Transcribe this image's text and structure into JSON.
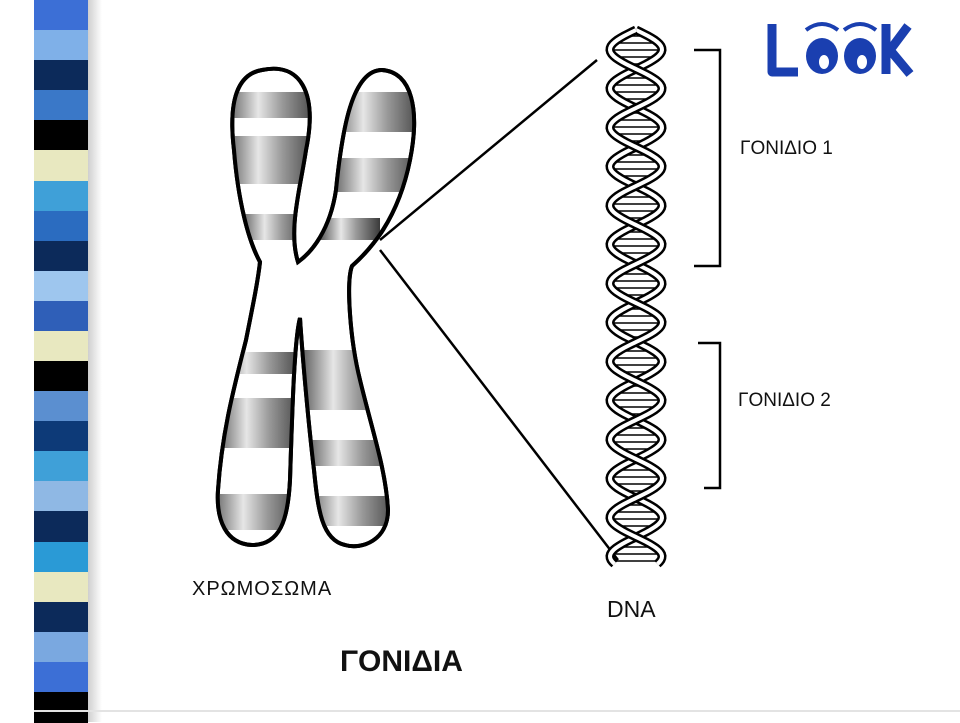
{
  "title": "ΓΟΝΙΔΙΑ",
  "labels": {
    "chromosome": "ΧΡΩΜΟΣΩΜΑ",
    "dna": "DNA",
    "gene_1": "ΓΟΝΙΔΙΟ 1",
    "gene_2": "ΓΟΝΙΔΙΟ 2"
  },
  "logo": {
    "text": "LOOK",
    "color": "#1a3fb0"
  },
  "stripe_colors": [
    "#3c6fd6",
    "#7fb0e8",
    "#0c2a5a",
    "#3a78c8",
    "#000000",
    "#e8e8c0",
    "#3fa0d8",
    "#2b6cc0",
    "#0c2a5a",
    "#9ec6ee",
    "#2f5fb8",
    "#e8e8c0",
    "#000000",
    "#5b8fd0",
    "#0d3a78",
    "#3fa0d8",
    "#8fb8e4",
    "#0c2a5a",
    "#2a9ad6",
    "#e8e8c0",
    "#0c2a5a",
    "#7aa8e0",
    "#3c6fd6",
    "#000000"
  ]
}
